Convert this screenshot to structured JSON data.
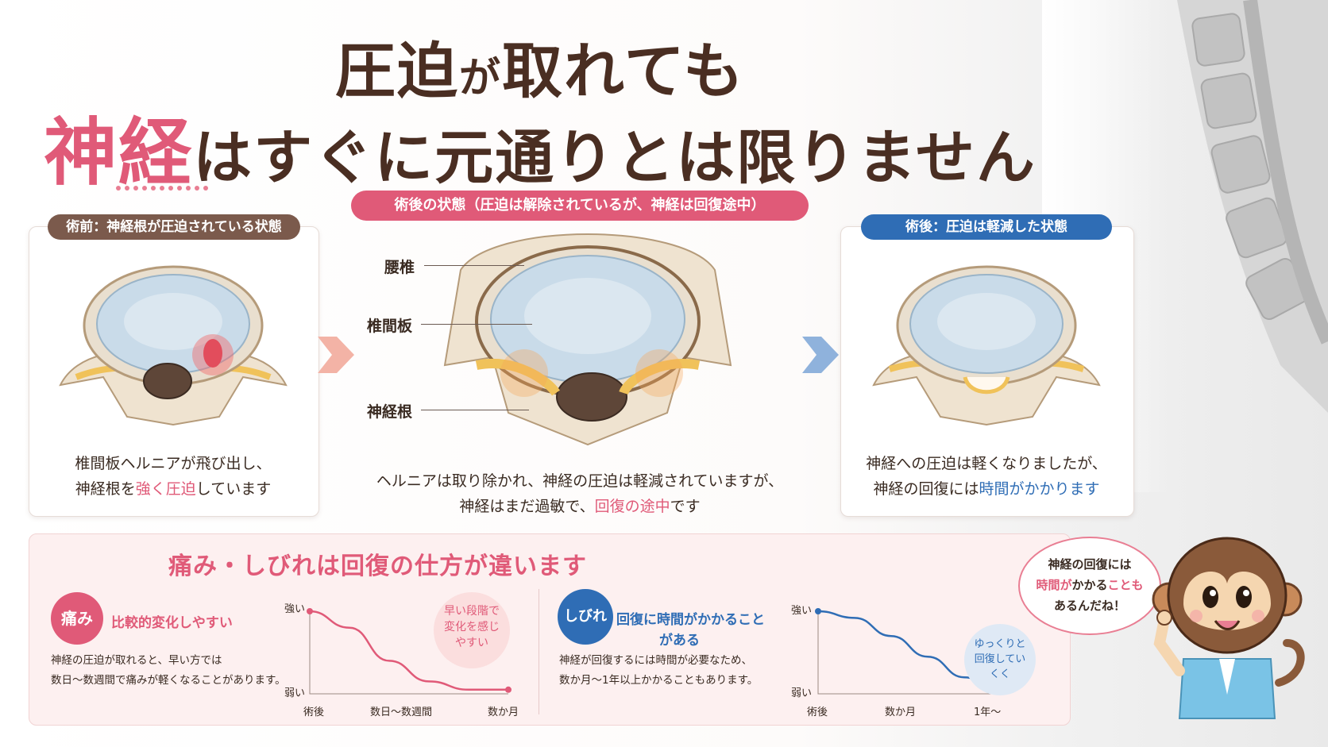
{
  "title": {
    "line1_a": "圧迫",
    "line1_b": "が",
    "line1_c": "取れても",
    "line2_a": "神経",
    "line2_b": "はすぐに元通りとは限りません"
  },
  "panels": {
    "left": {
      "pill": "術前：神経根が圧迫されている状態",
      "cap1": "椎間板ヘルニアが飛び出し、",
      "cap2_a": "神経根を",
      "cap2_b": "強く圧迫",
      "cap2_c": "しています"
    },
    "center": {
      "pill": "術後の状態（圧迫は解除されているが、神経は回復途中）",
      "labels": [
        "腰椎",
        "椎間板",
        "神経根"
      ],
      "cap1": "ヘルニアは取り除かれ、神経の圧迫は軽減されていますが、",
      "cap2_a": "神経はまだ過敏で、",
      "cap2_b": "回復の途中",
      "cap2_c": "です"
    },
    "right": {
      "pill": "術後：圧迫は軽減した状態",
      "cap1": "神経への圧迫は軽くなりましたが、",
      "cap2_a": "神経の回復には",
      "cap2_b": "時間がかかります"
    }
  },
  "bottom": {
    "title": "痛み・しびれは回復の仕方が違います",
    "pain": {
      "badge": "痛み",
      "subtitle": "比較的変化しやすい",
      "desc1": "神経の圧迫が取れると、早い方では",
      "desc2": "数日〜数週間で痛みが軽くなることがあります。",
      "bubble": [
        "早い段階で",
        "変化を感じ",
        "やすい"
      ]
    },
    "numb": {
      "badge": "しびれ",
      "subtitle1": "回復に時間がかかること",
      "subtitle2": "がある",
      "desc1": "神経が回復するには時間が必要なため、",
      "desc2": "数か月〜1年以上かかることもあります。",
      "bubble": [
        "ゆっくりと",
        "回復してい",
        "くく"
      ]
    }
  },
  "chart_data": [
    {
      "type": "line",
      "y_tick_labels": [
        "強い",
        "弱い"
      ],
      "x_tick_labels": [
        "術後",
        "数日〜数週間",
        "数か月"
      ],
      "x": [
        0,
        0.2,
        0.4,
        0.6,
        0.8,
        1.0
      ],
      "values": [
        1.0,
        0.8,
        0.4,
        0.15,
        0.05,
        0.05
      ],
      "ylim": [
        0,
        1
      ],
      "color": "#e05a78"
    },
    {
      "type": "line",
      "y_tick_labels": [
        "強い",
        "弱い"
      ],
      "x_tick_labels": [
        "術後",
        "数か月",
        "1年〜"
      ],
      "x": [
        0,
        0.2,
        0.4,
        0.6,
        0.8,
        1.0
      ],
      "values": [
        1.0,
        0.92,
        0.7,
        0.45,
        0.2,
        0.05
      ],
      "ylim": [
        0,
        1
      ],
      "color": "#2f6db5"
    }
  ],
  "speech": {
    "line1": "神経の回復には",
    "line2_a": "時間が",
    "line2_b": "かかる",
    "line2_c": "ことも",
    "line3": "あるんだね！"
  },
  "colors": {
    "pink": "#e05a78",
    "blue": "#2f6db5",
    "brown": "#7b5a4c"
  },
  "icons": [
    "arrow-right-icon",
    "monkey-mascot-icon"
  ]
}
